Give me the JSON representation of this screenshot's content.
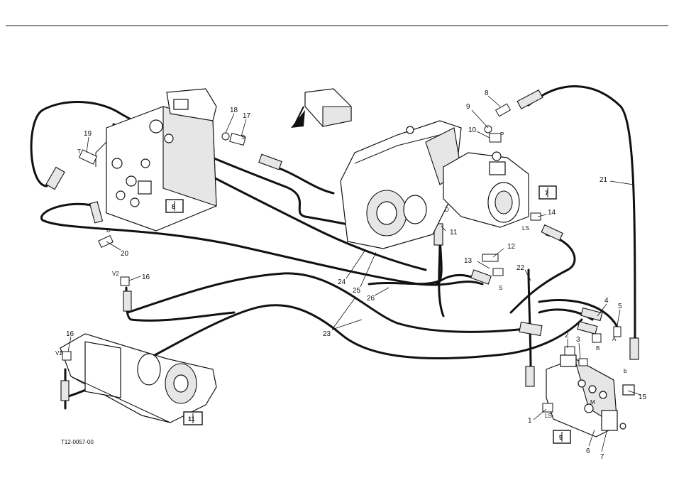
{
  "figure_ref": "T12-0057-00",
  "callouts": {
    "n1": "1",
    "n2": "2",
    "n3": "3",
    "n4": "4",
    "n5": "5",
    "n6": "6",
    "n7": "7",
    "n8": "8",
    "n9": "9",
    "n10": "10",
    "n11": "11",
    "n12": "12",
    "n13": "13",
    "n14": "14",
    "n15": "15",
    "n16a": "16",
    "n16b": "16",
    "n17": "17",
    "n18": "18",
    "n19": "19",
    "n20": "20",
    "n21": "21",
    "n22": "22",
    "n23": "23",
    "n24": "24",
    "n25": "25",
    "n26": "26"
  },
  "ports": {
    "T": "T",
    "D_valve": "D",
    "S_top": "S",
    "D_gear": "D",
    "P": "P",
    "LS_pump": "LS",
    "S_lower": "S",
    "V2": "V2",
    "V1": "V1",
    "B": "B",
    "A": "A",
    "b": "b",
    "LS_valve": "LS",
    "M": "M"
  },
  "manual_refs": {
    "valve_block": "8",
    "pump": "7",
    "winch": "11",
    "control_valve": "9"
  },
  "icons": [
    "book-icon",
    "direction-arrow-icon"
  ]
}
